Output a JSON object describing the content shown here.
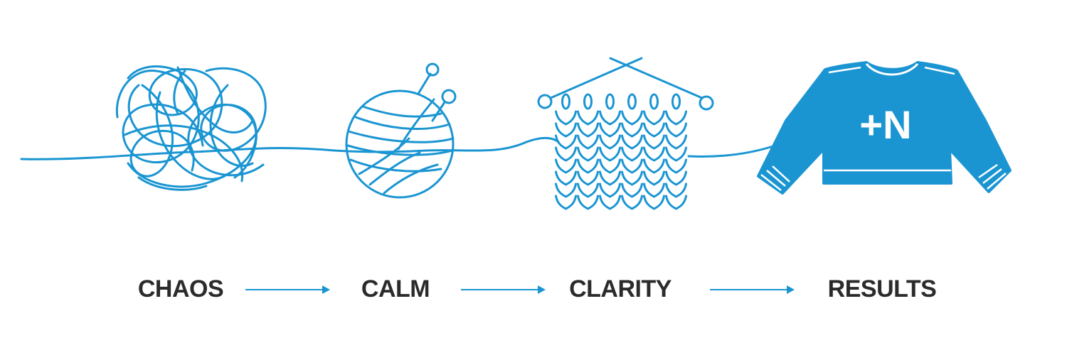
{
  "colors": {
    "accent": "#1a95d2",
    "text": "#2b2b2b",
    "background": "#ffffff"
  },
  "stages": [
    {
      "label": "CHAOS",
      "icon": "tangled-yarn-icon"
    },
    {
      "label": "CALM",
      "icon": "yarn-ball-with-needles-icon"
    },
    {
      "label": "CLARITY",
      "icon": "knitting-on-needles-icon"
    },
    {
      "label": "RESULTS",
      "icon": "sweater-icon"
    }
  ],
  "sweater_logo": "+N"
}
